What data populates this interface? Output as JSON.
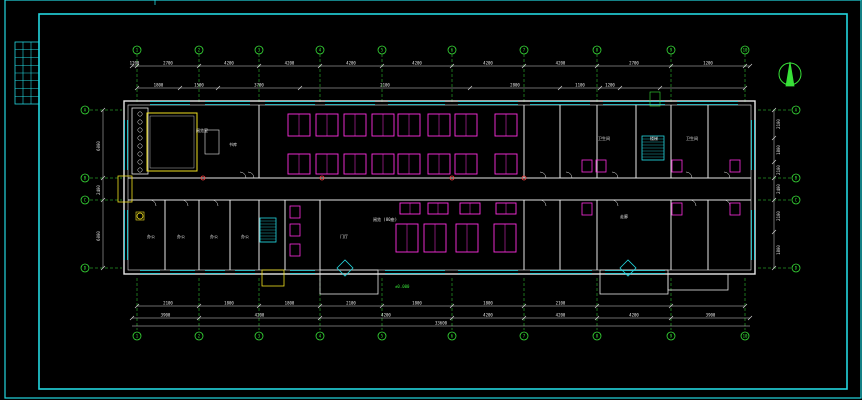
{
  "colors": {
    "frame": "#23d7e0",
    "wall": "#e6e6e6",
    "window": "#23d7e0",
    "axis": "#38e038",
    "desk": "#ff2fe0",
    "dim": "#d8d8d8",
    "door": "#e6e6e6",
    "fixture": "#ff4040",
    "stair": "#23d7e0",
    "yellow": "#f0e020"
  },
  "icons": {
    "north_arrow": "north-arrow-icon",
    "axis_bubble": "axis-bubble-icon"
  },
  "axes": {
    "columns": [
      "1",
      "2",
      "3",
      "4",
      "5",
      "6",
      "7",
      "8",
      "9",
      "10"
    ],
    "rows": [
      "A",
      "B",
      "C",
      "D"
    ]
  },
  "dimensions": {
    "top_outer": [
      "1200",
      "2700",
      "4200",
      "4200",
      "4200",
      "4200",
      "4200",
      "4200",
      "2700",
      "1200"
    ],
    "top_inner": [
      "1800",
      "1500",
      "3700",
      "2100",
      "2800",
      "1100",
      "1200"
    ],
    "bottom_outer": [
      "3900",
      "4200",
      "4200",
      "4200",
      "4200",
      "4200",
      "3900"
    ],
    "bottom_inner": [
      "2100",
      "1800",
      "1800",
      "2100",
      "1800",
      "1800",
      "2100"
    ],
    "total": "33600",
    "left": [
      "6000",
      "2400",
      "6000"
    ],
    "right": [
      "2100",
      "1800",
      "2100",
      "2400",
      "2100",
      "1800"
    ]
  },
  "room_labels": {
    "reading_room": "阅览室",
    "reading_room_2": "阅览 (80座)",
    "office": "办公",
    "stack": "书库",
    "corridor": "走廊",
    "toilet": "卫生间",
    "stair": "楼梯",
    "entrance": "门厅",
    "elevation_mark": "±0.000"
  }
}
